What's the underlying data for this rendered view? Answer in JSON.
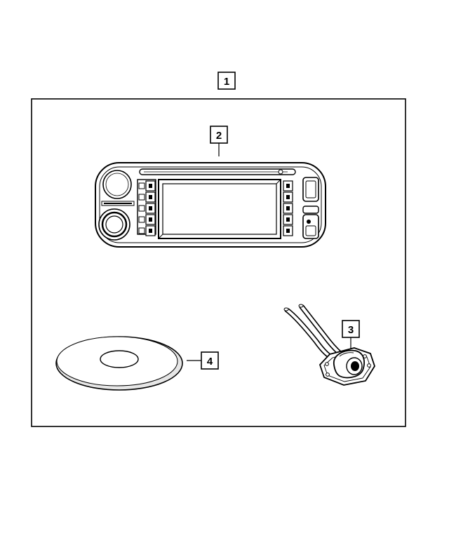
{
  "callouts": {
    "kit": "1",
    "radio": "2",
    "camera": "3",
    "disc": "4"
  },
  "colors": {
    "line": "#000000",
    "fill": "#ffffff",
    "shade": "#e6e6e6"
  }
}
